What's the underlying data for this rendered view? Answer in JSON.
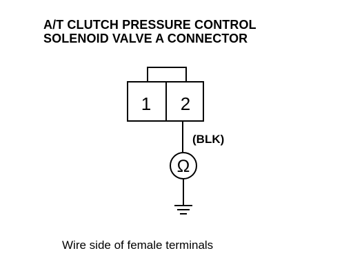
{
  "title": {
    "line1": "A/T CLUTCH PRESSURE CONTROL",
    "line2": "SOLENOID VALVE A CONNECTOR"
  },
  "connector": {
    "terminals": [
      "1",
      "2"
    ]
  },
  "wire": {
    "color_label": "(BLK)"
  },
  "meter": {
    "symbol": "Ω",
    "icon": "ohmmeter-icon"
  },
  "ground": {
    "icon": "ground-icon"
  },
  "caption": "Wire side of female terminals"
}
